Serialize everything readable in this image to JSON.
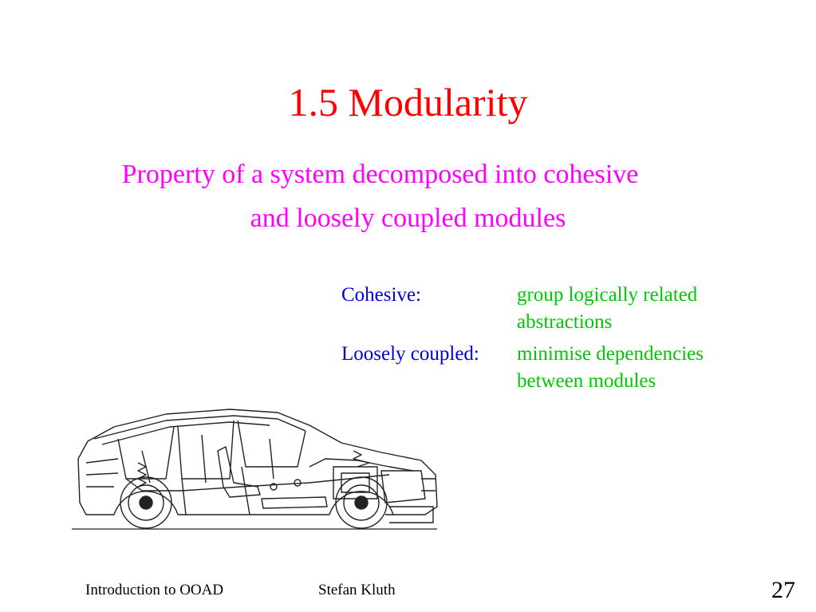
{
  "slide": {
    "title": "1.5 Modularity",
    "subtitle_line1": "Property of a system decomposed into cohesive",
    "subtitle_line2": "and loosely coupled modules",
    "definitions": [
      {
        "term": "Cohesive:",
        "lines": [
          "group logically related",
          "abstractions"
        ]
      },
      {
        "term": "Loosely coupled:",
        "lines": [
          "minimise dependencies",
          "between modules"
        ]
      }
    ]
  },
  "footer": {
    "course": "Introduction to OOAD",
    "author": "Stefan Kluth",
    "page_number": "27"
  },
  "colors": {
    "title": "#ff0000",
    "subtitle": "#ff00ff",
    "term": "#0000e0",
    "definition": "#00c800"
  },
  "icons": {
    "illustration": "car-cutaway-illustration"
  }
}
